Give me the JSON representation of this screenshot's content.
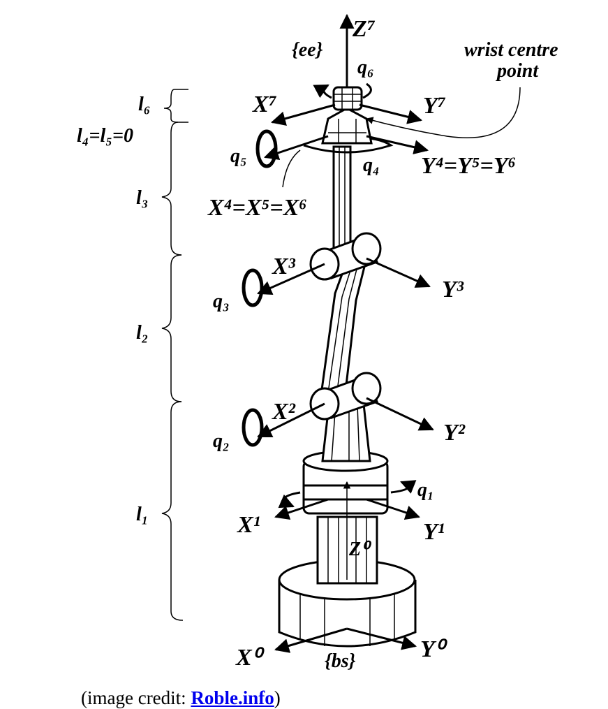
{
  "diagram": {
    "labels": {
      "z7": "Z⁷",
      "ee": "{ee}",
      "q6": "q₆",
      "wrist_line1": "wrist centre",
      "wrist_line2": "point",
      "l6": "l₆",
      "l45": "l₄=l₅=0",
      "x7": "X⁷",
      "y7": "Y⁷",
      "q5": "q₅",
      "q4": "q₄",
      "y456": "Y⁴=Y⁵=Y⁶",
      "x456": "X⁴=X⁵=X⁶",
      "l3": "l₃",
      "x3": "X³",
      "y3": "Y³",
      "q3": "q₃",
      "l2": "l₂",
      "x2": "X²",
      "y2": "Y²",
      "q2": "q₂",
      "l1": "l₁",
      "q1": "q₁",
      "x1": "X¹",
      "y1": "Y¹",
      "z0": "Z⁰",
      "x0": "X⁰",
      "bs": "{bs}",
      "y0": "Y⁰"
    }
  },
  "caption": {
    "prefix": "(image credit: ",
    "link_text": "Roble.info",
    "suffix": ")"
  }
}
